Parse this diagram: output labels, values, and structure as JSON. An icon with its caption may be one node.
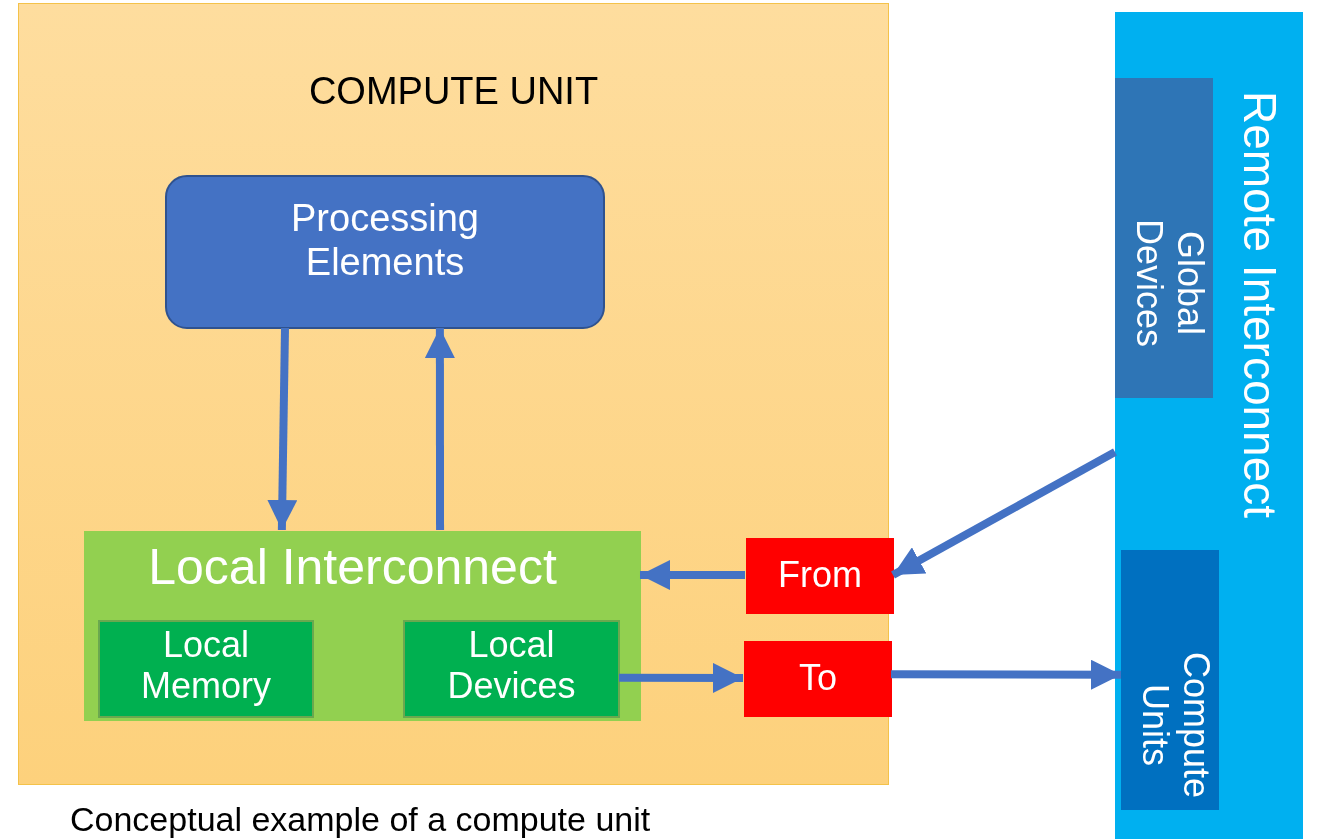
{
  "diagram": {
    "caption": "Conceptual example of a compute unit",
    "nodes": [
      {
        "text": [
          "COMPUTE UNIT"
        ]
      },
      {
        "text": [
          "Processing Elements"
        ],
        "in": 0
      },
      {
        "text": [
          "Local Interconnect"
        ],
        "in": 0
      },
      {
        "text": [
          "Local Memory"
        ],
        "in": 2
      },
      {
        "text": [
          "Local Devices"
        ],
        "in": 2
      },
      {
        "text": [
          "From"
        ],
        "in": 0
      },
      {
        "text": [
          "To"
        ],
        "in": 0
      },
      {
        "text": [
          "Remote Interconnect"
        ]
      },
      {
        "text": [
          "Global Devices"
        ],
        "in": 7
      },
      {
        "text": [
          "Compute Units"
        ],
        "in": 7
      }
    ],
    "edges": [
      {
        "from": 1,
        "to": 2,
        "arrow": "to"
      },
      {
        "from": 2,
        "to": 1,
        "arrow": "to"
      },
      {
        "from": 5,
        "to": 2,
        "arrow": "to"
      },
      {
        "from": 4,
        "to": 6,
        "arrow": "to"
      },
      {
        "from": 7,
        "to": 5,
        "arrow": "to"
      },
      {
        "from": 6,
        "to": 9,
        "arrow": "to"
      }
    ]
  }
}
